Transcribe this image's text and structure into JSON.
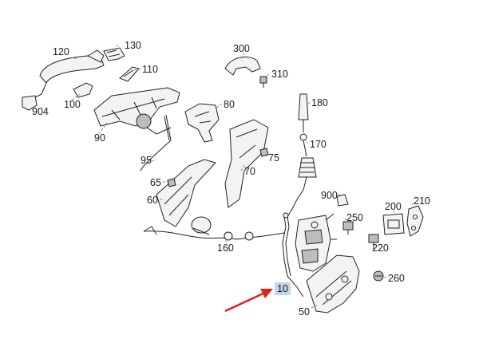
{
  "diagram": {
    "callouts": [
      {
        "label": "120"
      },
      {
        "label": "130"
      },
      {
        "label": "110"
      },
      {
        "label": "904"
      },
      {
        "label": "100"
      },
      {
        "label": "90"
      },
      {
        "label": "300"
      },
      {
        "label": "310"
      },
      {
        "label": "80"
      },
      {
        "label": "180"
      },
      {
        "label": "170"
      },
      {
        "label": "75"
      },
      {
        "label": "95"
      },
      {
        "label": "70"
      },
      {
        "label": "65"
      },
      {
        "label": "60"
      },
      {
        "label": "900"
      },
      {
        "label": "200"
      },
      {
        "label": "210"
      },
      {
        "label": "250"
      },
      {
        "label": "220"
      },
      {
        "label": "160"
      },
      {
        "label": "260"
      },
      {
        "label": "10"
      },
      {
        "label": "50"
      }
    ],
    "highlighted_callout": "10",
    "colors": {
      "highlight": "#bcd7ec",
      "arrow": "#e2231a",
      "line": "#222222"
    }
  }
}
